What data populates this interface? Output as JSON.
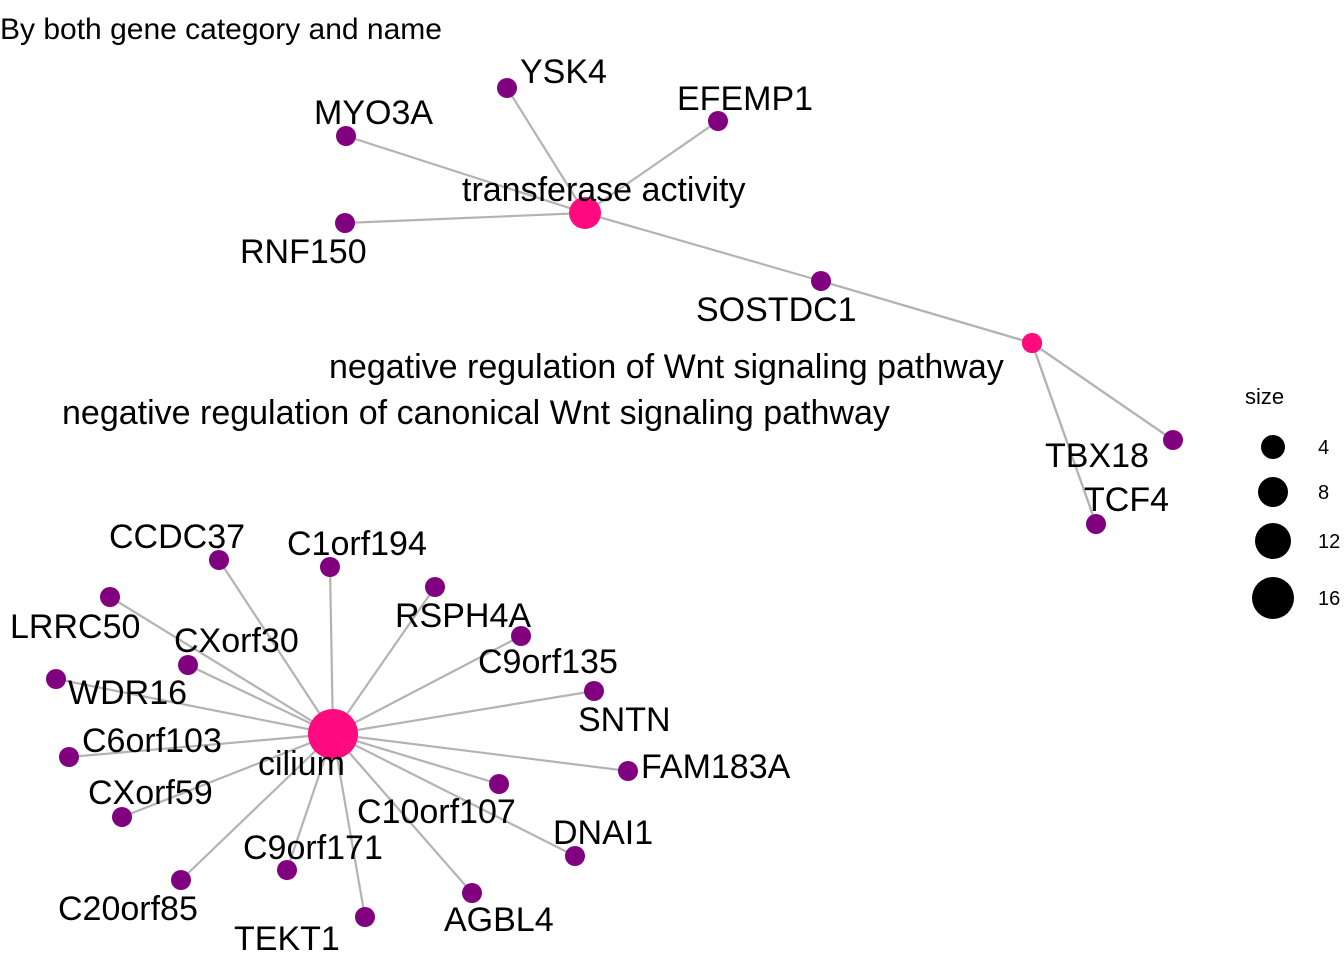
{
  "title": "By both gene category and name",
  "colors": {
    "category": "#FF0A7F",
    "gene": "#800080",
    "edge": "#b3b3b3",
    "legend_dot": "#000000"
  },
  "categories": [
    {
      "id": "transferase",
      "label": "transferase activity",
      "size": 5
    },
    {
      "id": "neg_wnt",
      "label": "negative regulation of Wnt signaling pathway",
      "size": 3
    },
    {
      "id": "neg_canon_wnt",
      "label": "negative regulation of canonical Wnt signaling pathway",
      "size": 3
    },
    {
      "id": "cilium",
      "label": "cilium",
      "size": 19
    }
  ],
  "genes": [
    {
      "id": "YSK4",
      "label": "YSK4"
    },
    {
      "id": "EFEMP1",
      "label": "EFEMP1"
    },
    {
      "id": "MYO3A",
      "label": "MYO3A"
    },
    {
      "id": "RNF150",
      "label": "RNF150"
    },
    {
      "id": "SOSTDC1",
      "label": "SOSTDC1"
    },
    {
      "id": "TBX18",
      "label": "TBX18"
    },
    {
      "id": "TCF4",
      "label": "TCF4"
    },
    {
      "id": "CCDC37",
      "label": "CCDC37"
    },
    {
      "id": "C1orf194",
      "label": "C1orf194"
    },
    {
      "id": "LRRC50",
      "label": "LRRC50"
    },
    {
      "id": "CXorf30",
      "label": "CXorf30"
    },
    {
      "id": "RSPH4A",
      "label": "RSPH4A"
    },
    {
      "id": "C9orf135",
      "label": "C9orf135"
    },
    {
      "id": "WDR16",
      "label": "WDR16"
    },
    {
      "id": "SNTN",
      "label": "SNTN"
    },
    {
      "id": "C6orf103",
      "label": "C6orf103"
    },
    {
      "id": "FAM183A",
      "label": "FAM183A"
    },
    {
      "id": "CXorf59",
      "label": "CXorf59"
    },
    {
      "id": "C10orf107",
      "label": "C10orf107"
    },
    {
      "id": "DNAI1",
      "label": "DNAI1"
    },
    {
      "id": "C9orf171",
      "label": "C9orf171"
    },
    {
      "id": "C20orf85",
      "label": "C20orf85"
    },
    {
      "id": "AGBL4",
      "label": "AGBL4"
    },
    {
      "id": "TEKT1",
      "label": "TEKT1"
    }
  ],
  "edges": [
    [
      "transferase",
      "YSK4"
    ],
    [
      "transferase",
      "EFEMP1"
    ],
    [
      "transferase",
      "MYO3A"
    ],
    [
      "transferase",
      "RNF150"
    ],
    [
      "transferase",
      "SOSTDC1"
    ],
    [
      "neg_wnt",
      "SOSTDC1"
    ],
    [
      "neg_wnt",
      "TBX18"
    ],
    [
      "neg_wnt",
      "TCF4"
    ],
    [
      "neg_canon_wnt",
      "SOSTDC1"
    ],
    [
      "neg_canon_wnt",
      "TBX18"
    ],
    [
      "neg_canon_wnt",
      "TCF4"
    ],
    [
      "cilium",
      "CCDC37"
    ],
    [
      "cilium",
      "C1orf194"
    ],
    [
      "cilium",
      "LRRC50"
    ],
    [
      "cilium",
      "CXorf30"
    ],
    [
      "cilium",
      "RSPH4A"
    ],
    [
      "cilium",
      "C9orf135"
    ],
    [
      "cilium",
      "WDR16"
    ],
    [
      "cilium",
      "SNTN"
    ],
    [
      "cilium",
      "C6orf103"
    ],
    [
      "cilium",
      "FAM183A"
    ],
    [
      "cilium",
      "CXorf59"
    ],
    [
      "cilium",
      "C10orf107"
    ],
    [
      "cilium",
      "DNAI1"
    ],
    [
      "cilium",
      "C9orf171"
    ],
    [
      "cilium",
      "C20orf85"
    ],
    [
      "cilium",
      "AGBL4"
    ],
    [
      "cilium",
      "TEKT1"
    ]
  ],
  "legend": {
    "title": "size",
    "items": [
      {
        "label": "4",
        "value": 4
      },
      {
        "label": "8",
        "value": 8
      },
      {
        "label": "12",
        "value": 12
      },
      {
        "label": "16",
        "value": 16
      }
    ]
  }
}
